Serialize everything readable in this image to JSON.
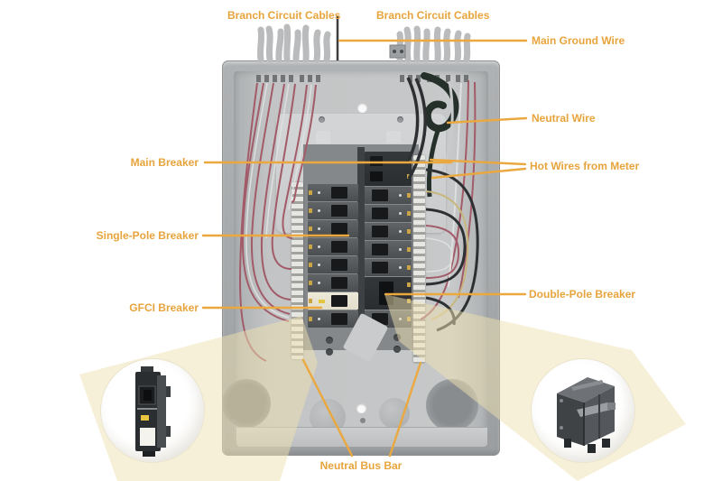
{
  "diagram": {
    "accent_color": "#E8A43C",
    "labels": {
      "branch_circuit_cables_left": "Branch Circuit Cables",
      "branch_circuit_cables_right": "Branch Circuit Cables",
      "main_ground_wire": "Main Ground Wire",
      "neutral_wire": "Neutral Wire",
      "hot_wires_from_meter": "Hot Wires from Meter",
      "main_breaker": "Main Breaker",
      "single_pole_breaker": "Single-Pole Breaker",
      "gfci_breaker": "GFCI Breaker",
      "double_pole_breaker": "Double-Pole Breaker",
      "neutral_bus_bar": "Neutral Bus Bar"
    }
  }
}
